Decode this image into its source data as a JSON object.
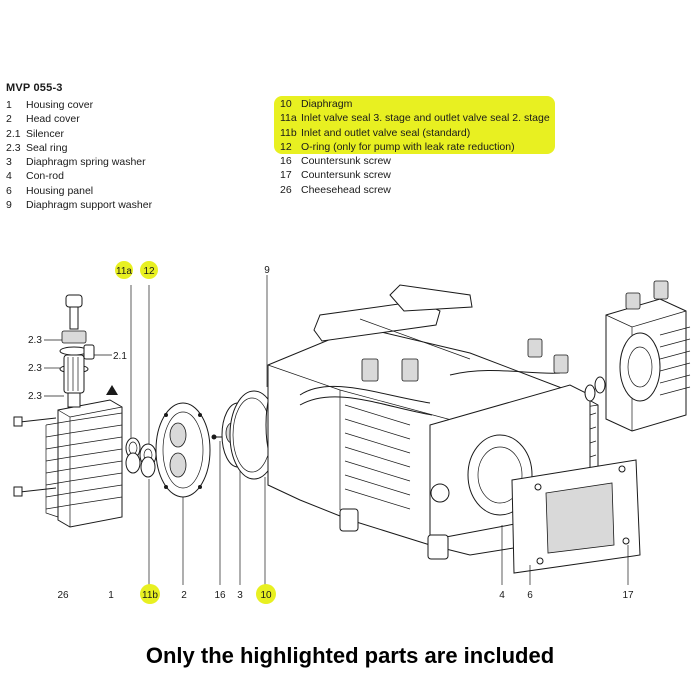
{
  "model": "MVP 055-3",
  "parts_left": [
    {
      "num": "1",
      "name": "Housing cover"
    },
    {
      "num": "2",
      "name": "Head cover"
    },
    {
      "num": "2.1",
      "name": "Silencer"
    },
    {
      "num": "2.3",
      "name": "Seal ring"
    },
    {
      "num": "3",
      "name": "Diaphragm spring washer"
    },
    {
      "num": "4",
      "name": "Con-rod"
    },
    {
      "num": "6",
      "name": "Housing panel"
    },
    {
      "num": "9",
      "name": "Diaphragm support washer"
    }
  ],
  "parts_right": [
    {
      "num": "10",
      "name": "Diaphragm"
    },
    {
      "num": "11a",
      "name": "Inlet valve seal 3. stage and outlet valve seal 2. stage"
    },
    {
      "num": "11b",
      "name": "Inlet and outlet valve seal (standard)"
    },
    {
      "num": "12",
      "name": "O-ring (only for pump with leak rate reduction)"
    },
    {
      "num": "16",
      "name": "Countersunk screw"
    },
    {
      "num": "17",
      "name": "Countersunk screw"
    },
    {
      "num": "26",
      "name": "Cheesehead screw"
    }
  ],
  "callouts": {
    "c11a": "11a",
    "c12": "12",
    "c9": "9",
    "c23a": "2.3",
    "c23b": "2.3",
    "c23c": "2.3",
    "c21": "2.1",
    "c26": "26",
    "c1": "1",
    "c11b": "11b",
    "c2": "2",
    "c16": "16",
    "c3": "3",
    "c10": "10",
    "c4": "4",
    "c6": "6",
    "c17": "17"
  },
  "highlight_color": "#e8f021",
  "footer": "Only the highlighted parts are included"
}
